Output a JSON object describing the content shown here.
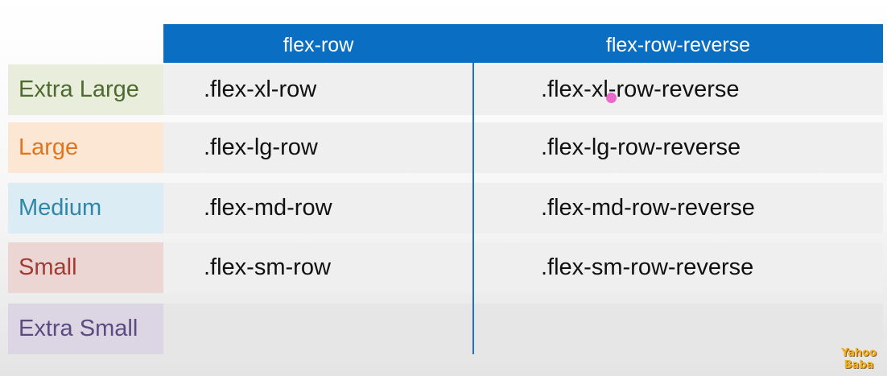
{
  "header": {
    "col1": "flex-row",
    "col2": "flex-row-reverse"
  },
  "rows": [
    {
      "label": "Extra Large",
      "col1": ".flex-xl-row",
      "col2": ".flex-xl-row-reverse",
      "label_color": "#4f6a2f",
      "label_bg": "#e8eddc"
    },
    {
      "label": "Large",
      "col1": ".flex-lg-row",
      "col2": ".flex-lg-row-reverse",
      "label_color": "#e0751e",
      "label_bg": "#fce6d4"
    },
    {
      "label": "Medium",
      "col1": ".flex-md-row",
      "col2": ".flex-md-row-reverse",
      "label_color": "#2f86a8",
      "label_bg": "#dcecf4"
    },
    {
      "label": "Small",
      "col1": ".flex-sm-row",
      "col2": ".flex-sm-row-reverse",
      "label_color": "#a33a33",
      "label_bg": "#ecd6d4"
    },
    {
      "label": "Extra Small",
      "col1": "",
      "col2": "",
      "label_color": "#5a4b80",
      "label_bg": "#dcd6e4"
    }
  ],
  "logo": {
    "line1": "Yahoo",
    "line2": "Baba"
  },
  "colors": {
    "header_bg": "#0a6fc2",
    "divider": "#1a73c7"
  }
}
